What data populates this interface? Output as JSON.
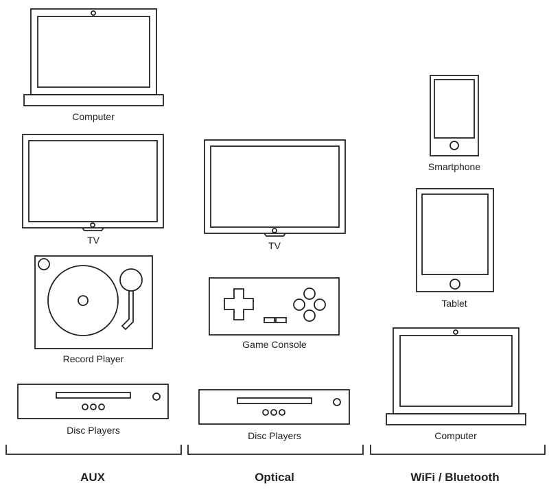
{
  "columns": [
    {
      "heading": "AUX",
      "devices": [
        {
          "label": "Computer",
          "icon": "laptop-icon"
        },
        {
          "label": "TV",
          "icon": "tv-icon"
        },
        {
          "label": "Record Player",
          "icon": "turntable-icon"
        },
        {
          "label": "Disc Players",
          "icon": "disc-player-icon"
        }
      ]
    },
    {
      "heading": "Optical",
      "devices": [
        {
          "label": "TV",
          "icon": "tv-icon"
        },
        {
          "label": "Game Console",
          "icon": "gamepad-icon"
        },
        {
          "label": "Disc Players",
          "icon": "disc-player-icon"
        }
      ]
    },
    {
      "heading": "WiFi / Bluetooth",
      "devices": [
        {
          "label": "Smartphone",
          "icon": "smartphone-icon"
        },
        {
          "label": "Tablet",
          "icon": "tablet-icon"
        },
        {
          "label": "Computer",
          "icon": "laptop-icon"
        }
      ]
    }
  ]
}
